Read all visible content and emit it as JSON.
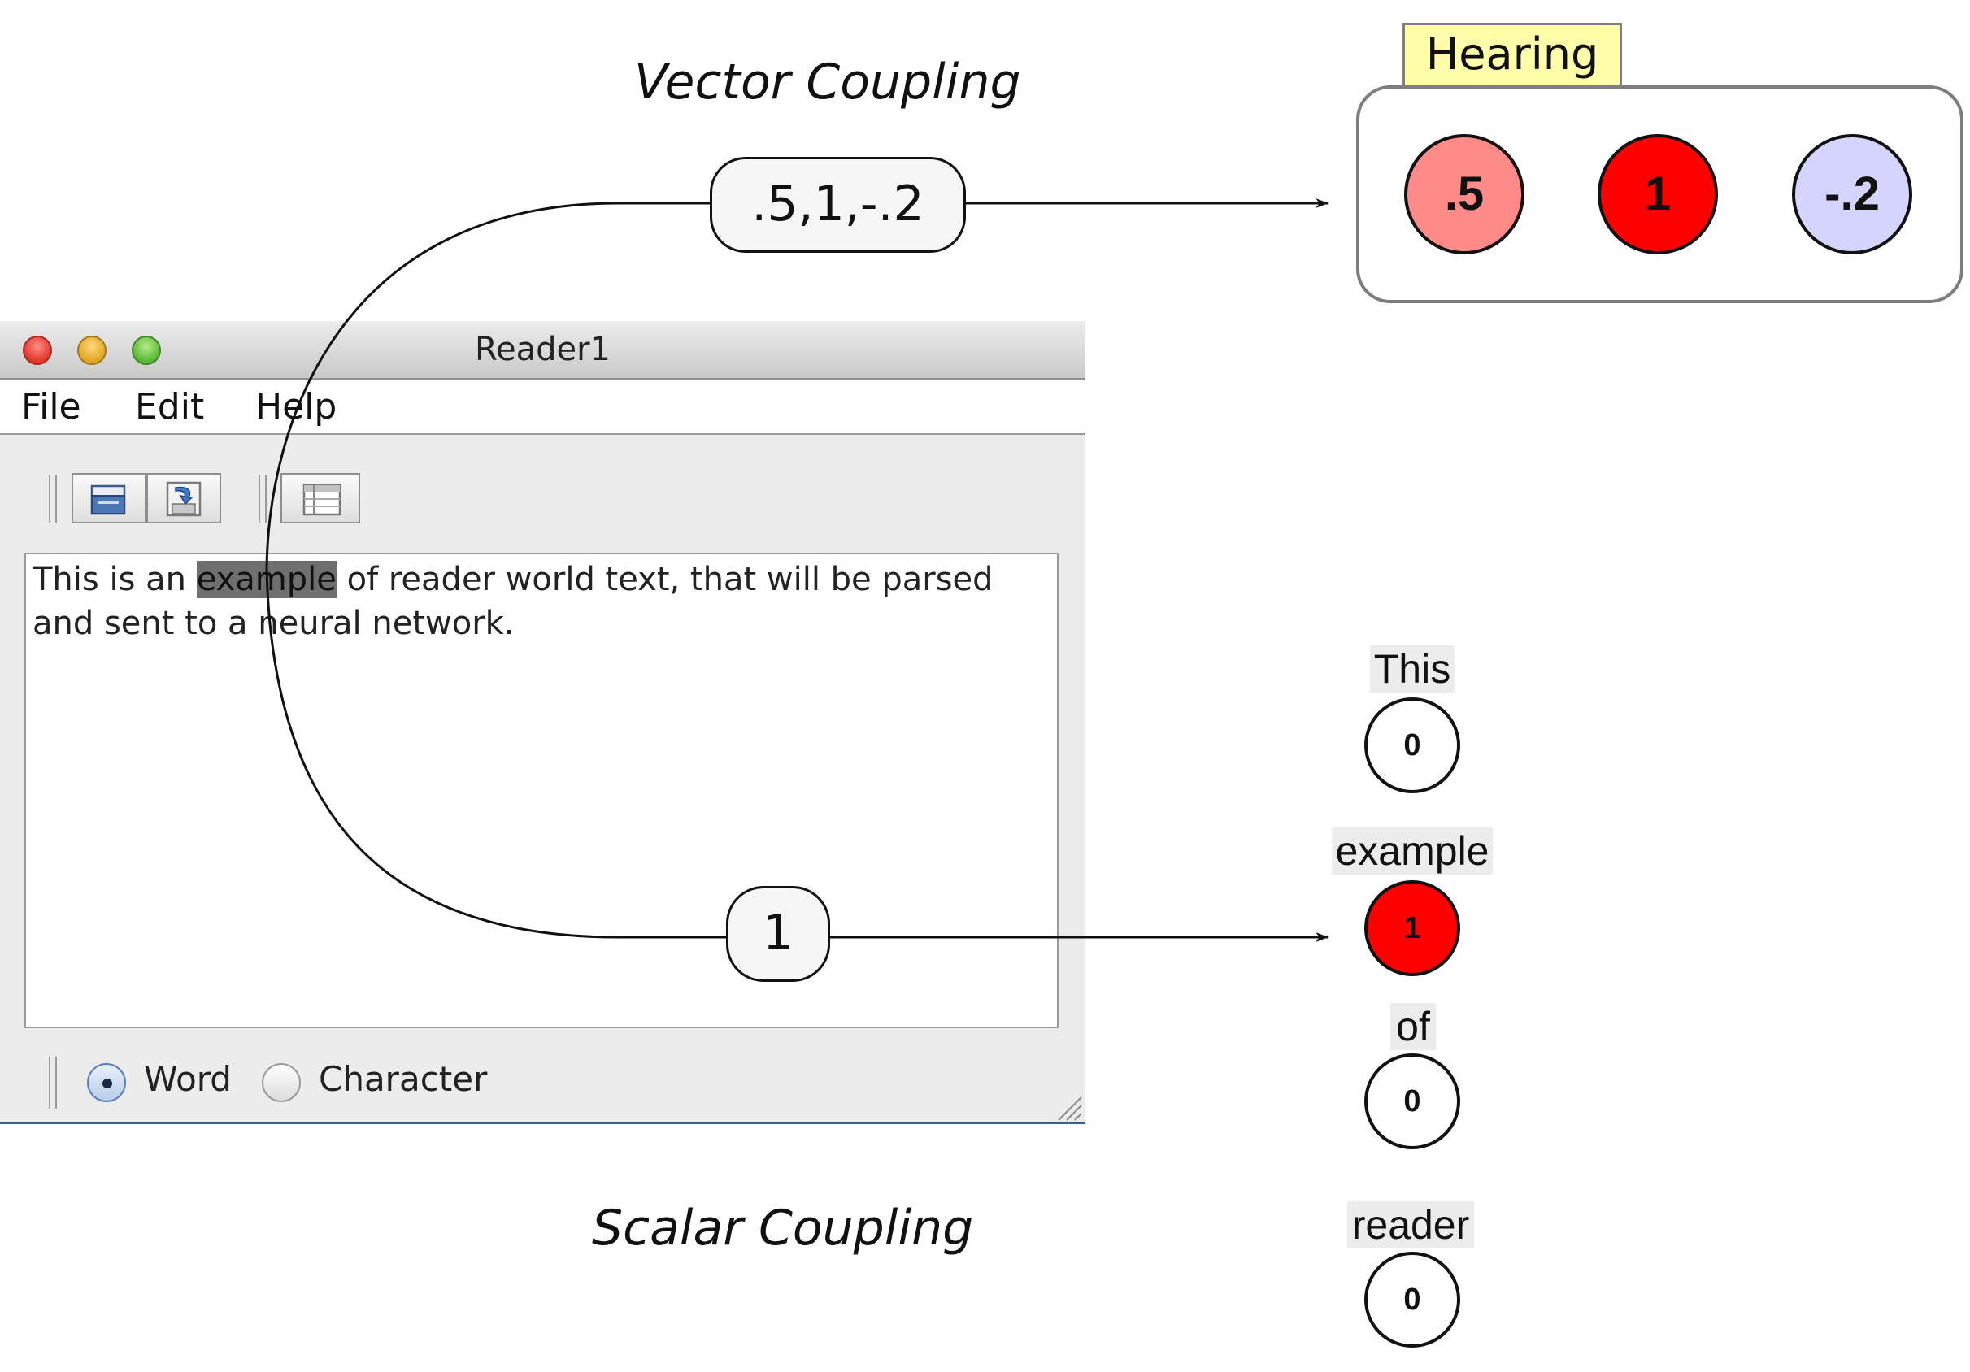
{
  "diagram": {
    "vector_coupling": {
      "title": "Vector Coupling",
      "value": ".5,1,-.2"
    },
    "scalar_coupling": {
      "title": "Scalar Coupling",
      "value": "1"
    }
  },
  "reader_window": {
    "title": "Reader1",
    "menu": [
      "File",
      "Edit",
      "Help"
    ],
    "toolbar": {
      "buttons": [
        "open-icon",
        "save-icon",
        "table-icon"
      ]
    },
    "text": {
      "line1_before": "This is an ",
      "line1_highlight": "example",
      "line1_after": " of reader world text, that will be parsed",
      "line2": "and sent to a neural network."
    },
    "mode": {
      "options": [
        "Word",
        "Character"
      ],
      "selected": "Word"
    }
  },
  "hearing": {
    "label": "Hearing",
    "nodes": [
      {
        "value": ".5",
        "color": "#ff8a8a"
      },
      {
        "value": "1",
        "color": "#ff0000"
      },
      {
        "value": "-.2",
        "color": "#d4d4ff"
      }
    ]
  },
  "word_nodes": [
    {
      "word": "This",
      "value": "0",
      "color": "#ffffff"
    },
    {
      "word": "example",
      "value": "1",
      "color": "#ff0000"
    },
    {
      "word": "of",
      "value": "0",
      "color": "#ffffff"
    },
    {
      "word": "reader",
      "value": "0",
      "color": "#ffffff"
    }
  ]
}
